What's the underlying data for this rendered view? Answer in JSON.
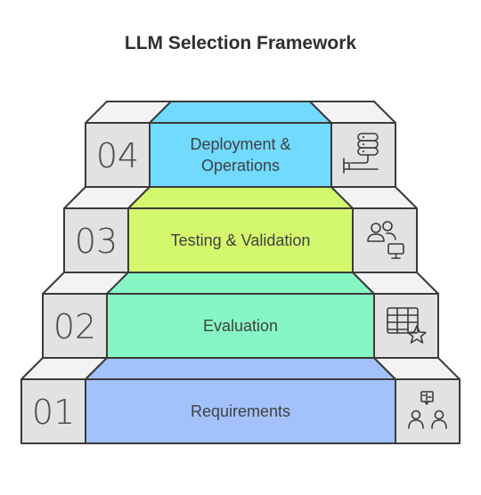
{
  "title": "LLM Selection Framework",
  "steps": [
    {
      "number": "01",
      "label_lines": [
        "Requirements"
      ],
      "color": "#a3c2fb",
      "icon": "meeting-people-icon"
    },
    {
      "number": "02",
      "label_lines": [
        "Evaluation"
      ],
      "color": "#86f7c4",
      "icon": "table-star-icon"
    },
    {
      "number": "03",
      "label_lines": [
        "Testing & Validation"
      ],
      "color": "#d3f86e",
      "icon": "users-monitor-icon"
    },
    {
      "number": "04",
      "label_lines": [
        "Deployment &",
        "Operations"
      ],
      "color": "#70daff",
      "icon": "server-deploy-icon"
    }
  ],
  "colors": {
    "side_face": "#e2e2e2",
    "tread_face": "#f3f3f3",
    "outline": "#3a3a3a"
  }
}
